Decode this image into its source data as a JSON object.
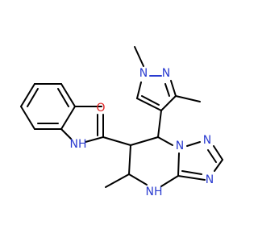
{
  "molecule": {
    "atoms": {
      "n_pyrazole_1": "N",
      "n_pyrazole_2": "N",
      "o_carbonyl": "O",
      "nh_amide": "NH",
      "n_bridge": "N",
      "n_triazole_top": "N",
      "n_triazole_right": "N",
      "nh_ring": "NH"
    },
    "colors": {
      "nitrogen": "#2a3bd0",
      "oxygen": "#e02020",
      "carbon_bond": "#000000"
    }
  }
}
